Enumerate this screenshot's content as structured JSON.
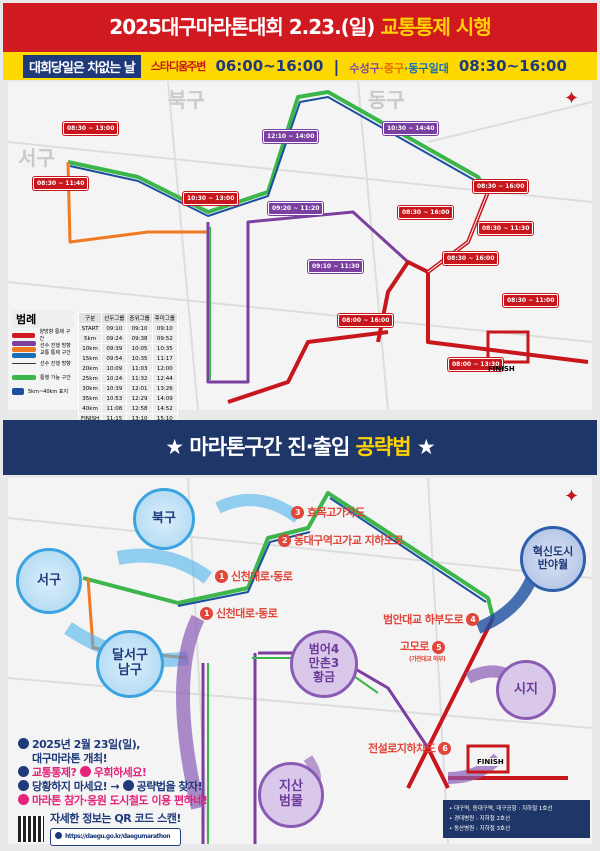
{
  "header": {
    "title_main": "2025대구마라톤대회 2.23.(일) ",
    "title_highlight": "교통통제 시행"
  },
  "band": {
    "badge": "대회당일은 차없는 날",
    "area1": "스타디움주변",
    "time1": "06:00~16:00",
    "area2a": "수성구",
    "area2b": "중구",
    "area2c": "동구일대",
    "time2": "08:30~16:00"
  },
  "map_top": {
    "districts": [
      "북구",
      "서구",
      "동구"
    ],
    "legend_title": "범례",
    "legend": [
      "양방향 통제 구간",
      "선수 진행 방향 교통 통제 구간",
      "선수 진행 방향",
      "통행 가능 구간",
      "5km~40km 표지"
    ],
    "table": {
      "headers": [
        "구분",
        "선두그룹",
        "중위그룹",
        "후미그룹"
      ],
      "rows": [
        [
          "START",
          "09:10",
          "09:10",
          "09:10"
        ],
        [
          "5km",
          "09:24",
          "09:38",
          "09:52"
        ],
        [
          "10km",
          "09:39",
          "10:05",
          "10:35"
        ],
        [
          "15km",
          "09:54",
          "10:35",
          "11:17"
        ],
        [
          "20km",
          "10:09",
          "11:03",
          "12:00"
        ],
        [
          "25km",
          "10:24",
          "11:32",
          "12:44"
        ],
        [
          "30km",
          "10:39",
          "12:01",
          "13:26"
        ],
        [
          "35km",
          "10:53",
          "12:29",
          "14:09"
        ],
        [
          "40km",
          "11:08",
          "12:58",
          "14:52"
        ],
        [
          "FINISH",
          "11:15",
          "13:10",
          "15:10"
        ]
      ]
    },
    "callout_times": [
      "08:30 ~ 13:00",
      "08:30 ~ 11:40",
      "10:30 ~ 14:40",
      "12:10 ~ 14:00",
      "08:30 ~ 16:00",
      "10:30 ~ 13:00",
      "09:20 ~ 11:20",
      "08:30 ~ 16:00",
      "08:30 ~ 11:30",
      "08:30 ~ 16:00",
      "09:10 ~ 11:30",
      "08:30 ~ 11:00",
      "08:00 ~ 16:00",
      "08:00 ~ 13:30"
    ],
    "finish": "FINISH"
  },
  "section2": {
    "title_a": "★ 마라톤구간 진·출입 ",
    "title_highlight": "공략법",
    "title_b": " ★"
  },
  "map_bottom": {
    "bubbles": {
      "bukgu": "북구",
      "seogu": "서구",
      "dalseo": "달서구\n남구",
      "hyeoksin": "혁신도시\n반야월",
      "beomeo": "범어4\n만촌3\n황금",
      "siji": "시지",
      "jisan": "지산\n범물"
    },
    "points": [
      {
        "n": "1",
        "label": "신천대로·동로"
      },
      {
        "n": "1",
        "label": "신천대로·동로"
      },
      {
        "n": "2",
        "label": "동대구역고가교 지하도로"
      },
      {
        "n": "3",
        "label": "효목고가차도"
      },
      {
        "n": "4",
        "label": "범안대교 하부도로"
      },
      {
        "n": "5",
        "label": "고모로",
        "sub": "(가천대교 하부)"
      },
      {
        "n": "6",
        "label": "전설로지하차도"
      }
    ],
    "info": {
      "line1": "2025년 2월 23일(일),",
      "line2": "대구마라톤 개최!",
      "q1": "교통통제?",
      "q2": "우회하세요!",
      "q3": "당황하지 마세요!",
      "arrow": "→",
      "q4": "공략법을 찾자!",
      "q5": "마라톤 참가·응원 도시철도 이용 편하네!",
      "qr_text": "자세한 정보는 QR 코드 스캔!",
      "url": "https://daegu.go.kr/daegumarathon"
    },
    "subway": [
      "• 대구역, 동대구역, 대구공항 : 지하철 1호선",
      "• 경대병원 : 지하철 2호선",
      "• 동산병원 : 지하철 3호선"
    ],
    "finish": "FINISH"
  },
  "colors": {
    "red": "#d11a1f",
    "yellow": "#ffd800",
    "navy": "#1f3668",
    "purple": "#7b3fa0",
    "green": "#3cb54a",
    "blue": "#1b4fa0",
    "orange": "#f07a22"
  }
}
